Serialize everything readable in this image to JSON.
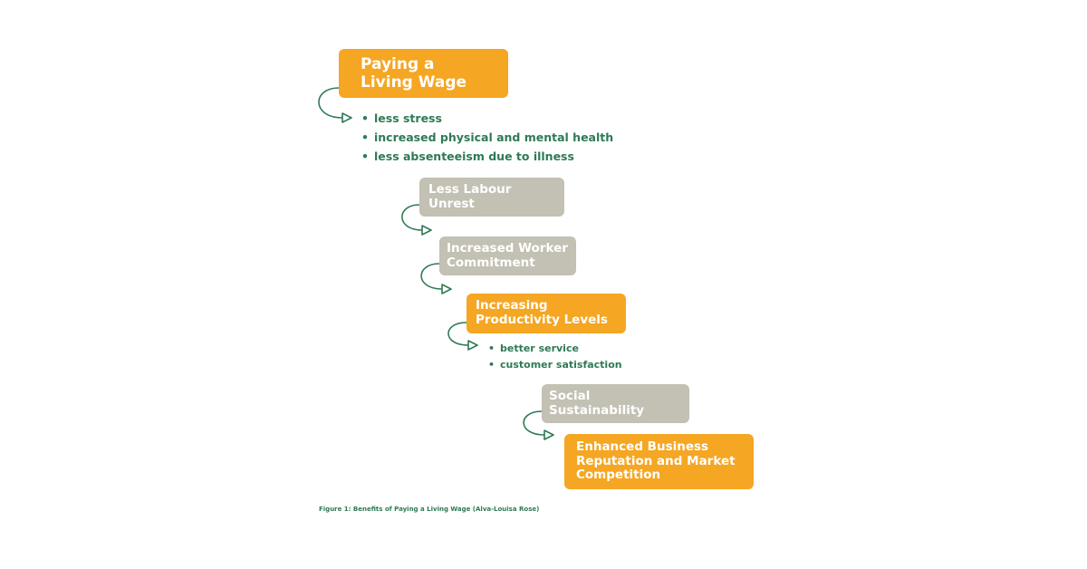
{
  "steps": [
    {
      "id": "paying-living-wage",
      "lines": [
        "Paying a",
        "Living Wage"
      ],
      "color": "#f5a623"
    },
    {
      "id": "less-labour-unrest",
      "lines": [
        "Less Labour Unrest"
      ],
      "color": "#c3c0b4"
    },
    {
      "id": "increased-worker-commitment",
      "lines": [
        "Increased Worker",
        "Commitment"
      ],
      "color": "#c3c0b4"
    },
    {
      "id": "increasing-productivity-levels",
      "lines": [
        "Increasing",
        "Productivity Levels"
      ],
      "color": "#f5a623"
    },
    {
      "id": "social-sustainability",
      "lines": [
        "Social Sustainability"
      ],
      "color": "#c3c0b4"
    },
    {
      "id": "enhanced-business-reputation",
      "lines": [
        "Enhanced Business",
        "Reputation and Market",
        "Competition"
      ],
      "color": "#f5a623"
    }
  ],
  "bullets": {
    "living_wage": [
      "less stress",
      "increased physical and mental health",
      "less absenteeism due to illness"
    ],
    "productivity": [
      "better service",
      "customer satisfaction"
    ]
  },
  "caption": "Figure 1: Benefits of Paying a Living Wage (Alva-Louisa Rose)",
  "colors": {
    "highlight": "#f5a623",
    "neutral": "#c3c0b4",
    "arrow": "#2e7a55"
  }
}
